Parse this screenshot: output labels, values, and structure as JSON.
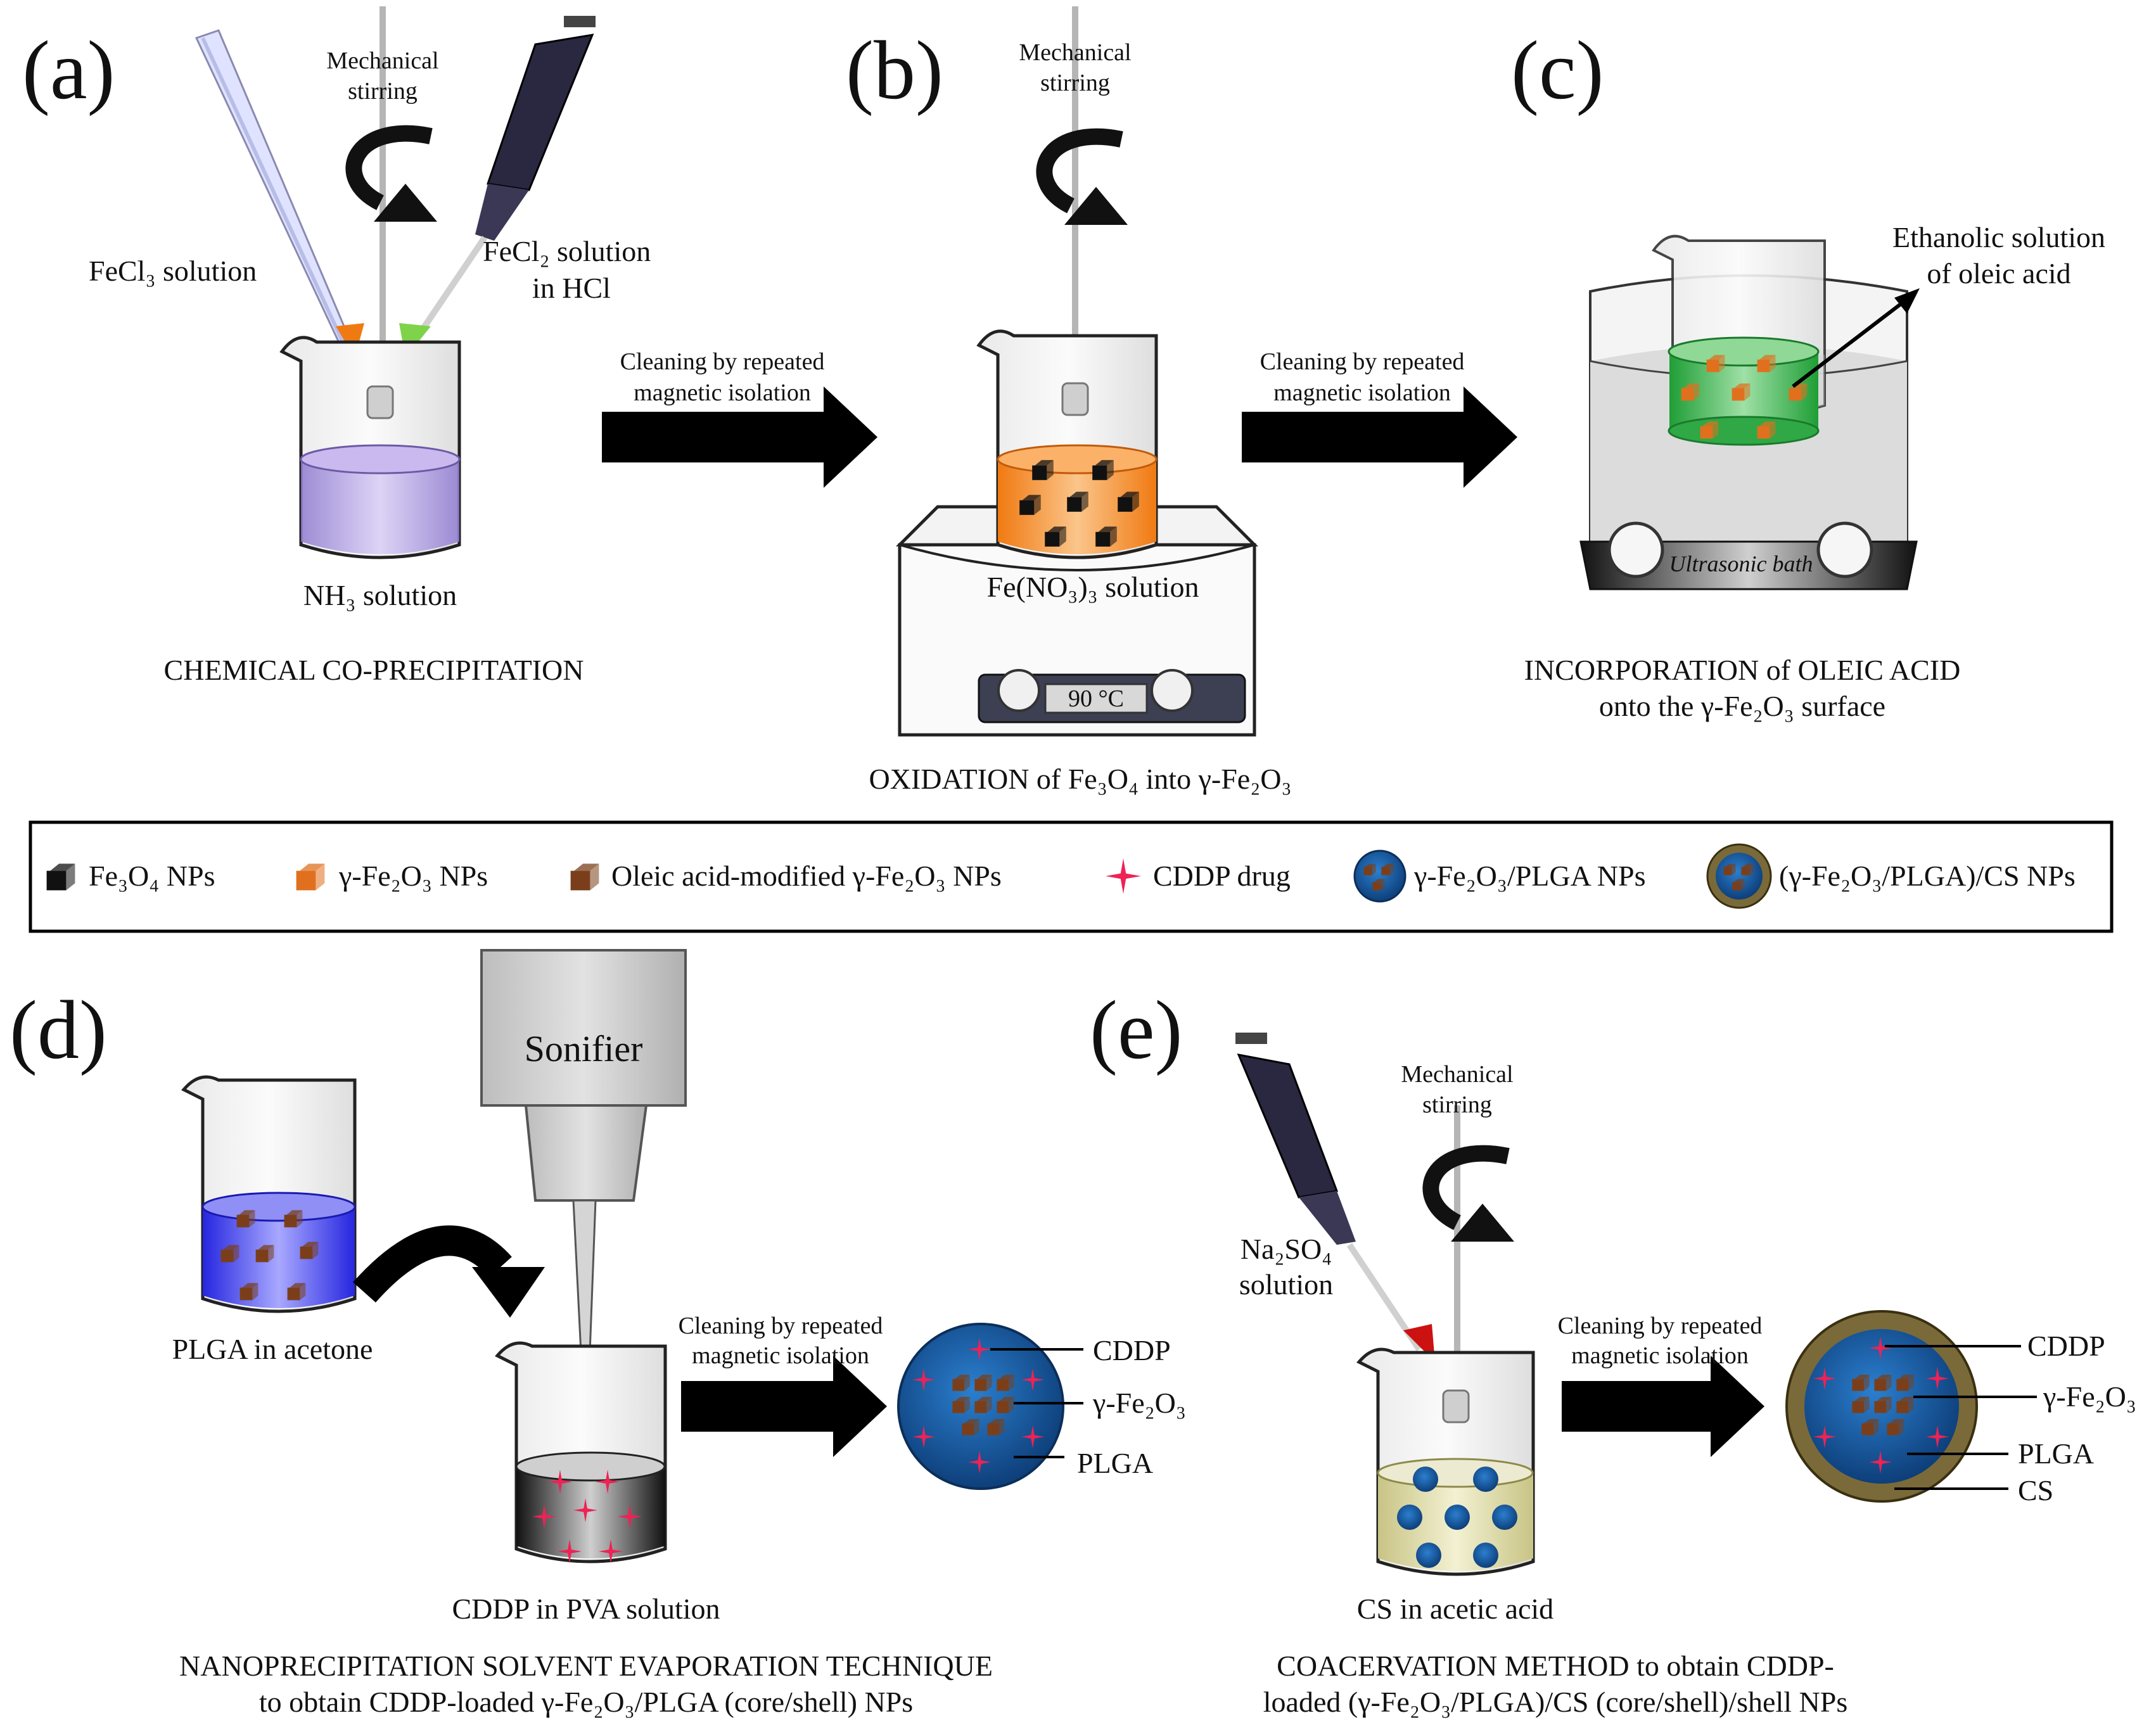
{
  "panels": {
    "a": {
      "letter": "(a)",
      "stirring": [
        "Mechanical",
        "stirring"
      ],
      "reagent_left": "FeCl₃ solution",
      "reagent_right": [
        "FeCl₂ solution",
        "in HCl"
      ],
      "beaker_label": "NH₃  solution",
      "caption": "CHEMICAL CO-PRECIPITATION"
    },
    "b": {
      "letter": "(b)",
      "stirring": [
        "Mechanical",
        "stirring"
      ],
      "beaker_label": "Fe(NO₃)₃  solution",
      "hotplate_temp": "90 °C",
      "caption": "OXIDATION of Fe₃O₄ into γ-Fe₂O₃"
    },
    "c": {
      "letter": "(c)",
      "annotation": [
        "Ethanolic solution",
        "of oleic acid"
      ],
      "bath_label": "Ultrasonic bath",
      "caption": [
        "INCORPORATION of OLEIC ACID",
        "onto the γ-Fe₂O₃ surface"
      ]
    },
    "d": {
      "letter": "(d)",
      "sonifier": "Sonifier",
      "beaker_left_label": "PLGA in acetone",
      "beaker_right_label": "CDDP in PVA solution",
      "np_labels": [
        "CDDP",
        "γ-Fe₂O₃",
        "PLGA"
      ],
      "caption": [
        "NANOPRECIPITATION SOLVENT EVAPORATION TECHNIQUE",
        "to obtain CDDP-loaded γ-Fe₂O₃/PLGA (core/shell)  NPs"
      ]
    },
    "e": {
      "letter": "(e)",
      "stirring": [
        "Mechanical",
        "stirring"
      ],
      "reagent": [
        "Na₂SO₄",
        "solution"
      ],
      "beaker_label": "CS in acetic acid",
      "np_labels": [
        "CDDP",
        "γ-Fe₂O₃",
        "PLGA",
        "CS"
      ],
      "caption": [
        "COACERVATION METHOD to obtain CDDP-",
        "loaded (γ-Fe₂O₃/PLGA)/CS (core/shell)/shell NPs"
      ]
    }
  },
  "arrows": {
    "cleaning": [
      "Cleaning  by repeated",
      "magnetic isolation"
    ]
  },
  "legend": [
    {
      "icon": "black-cube-icon",
      "label": "Fe₃O₄ NPs"
    },
    {
      "icon": "orange-cube-icon",
      "label": "γ-Fe₂O₃ NPs"
    },
    {
      "icon": "brown-cube-icon",
      "label": "Oleic acid-modified  γ-Fe₂O₃ NPs"
    },
    {
      "icon": "red-star-icon",
      "label": "CDDP drug"
    },
    {
      "icon": "blue-np-icon",
      "label": "γ-Fe₂O₃/PLGA NPs"
    },
    {
      "icon": "coated-np-icon",
      "label": "(γ-Fe₂O₃/PLGA)/CS NPs"
    }
  ],
  "colors": {
    "nh3_solution": "#b9a7e6",
    "fe_nitrate_solution": "#f7a14a",
    "oleic_solution": "#3fb34f",
    "plga_solution": "#3a3ff0",
    "pva_solution": "#444444",
    "cs_solution": "#dcd9a0",
    "np_core": "#1f5fa8",
    "np_shell": "#7a6a3a",
    "cube_brown": "#7a3f1a",
    "cube_orange": "#e0701e",
    "star_red": "#ee2255"
  }
}
